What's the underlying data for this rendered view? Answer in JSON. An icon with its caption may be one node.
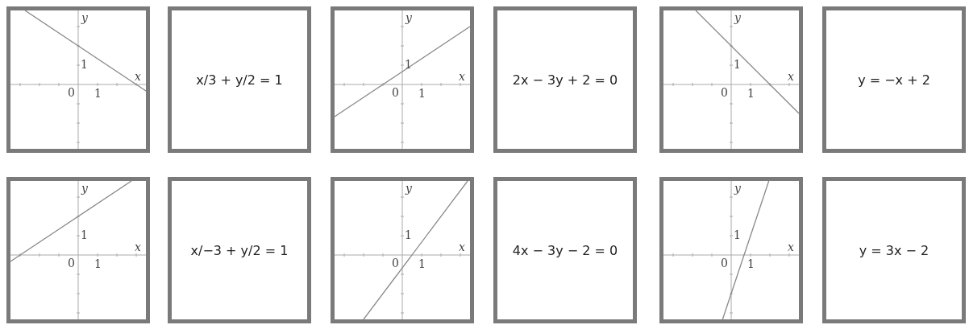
{
  "diagram": {
    "nodes": [
      {
        "text": [
          "y",
          "1",
          "x",
          "0",
          "1"
        ]
      },
      {
        "text": [
          "x/3 + y/2 = 1"
        ]
      },
      {
        "text": [
          "y",
          "1",
          "x",
          "0",
          "1"
        ]
      },
      {
        "text": [
          "2x − 3y + 2 = 0"
        ]
      },
      {
        "text": [
          "y",
          "1",
          "x",
          "0",
          "1"
        ]
      },
      {
        "text": [
          "y = −x + 2"
        ]
      },
      {
        "text": [
          "y",
          "1",
          "x",
          "0",
          "1"
        ]
      },
      {
        "text": [
          "x/−3 + y/2 = 1"
        ]
      },
      {
        "text": [
          "y",
          "1",
          "x",
          "0",
          "1"
        ]
      },
      {
        "text": [
          "4x − 3y − 2 = 0"
        ]
      },
      {
        "text": [
          "y",
          "1",
          "x",
          "0",
          "1"
        ]
      },
      {
        "text": [
          "y = 3x − 2"
        ]
      }
    ]
  }
}
